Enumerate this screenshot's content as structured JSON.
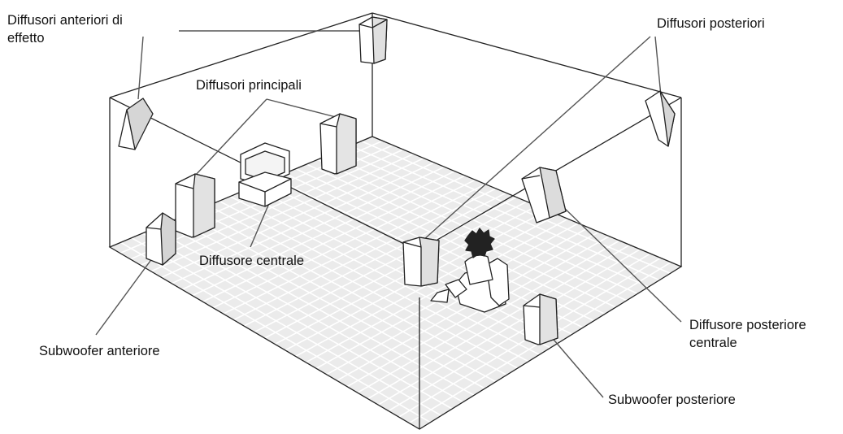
{
  "labels": {
    "front_effect": "Diffusori anteriori di\neffetto",
    "main": "Diffusori principali",
    "rear": "Diffusori posteriori",
    "center": "Diffusore centrale",
    "sub_front": "Subwoofer anteriore",
    "rear_center": "Diffusore posteriore\ncentrale",
    "sub_rear": "Subwoofer posteriore"
  }
}
